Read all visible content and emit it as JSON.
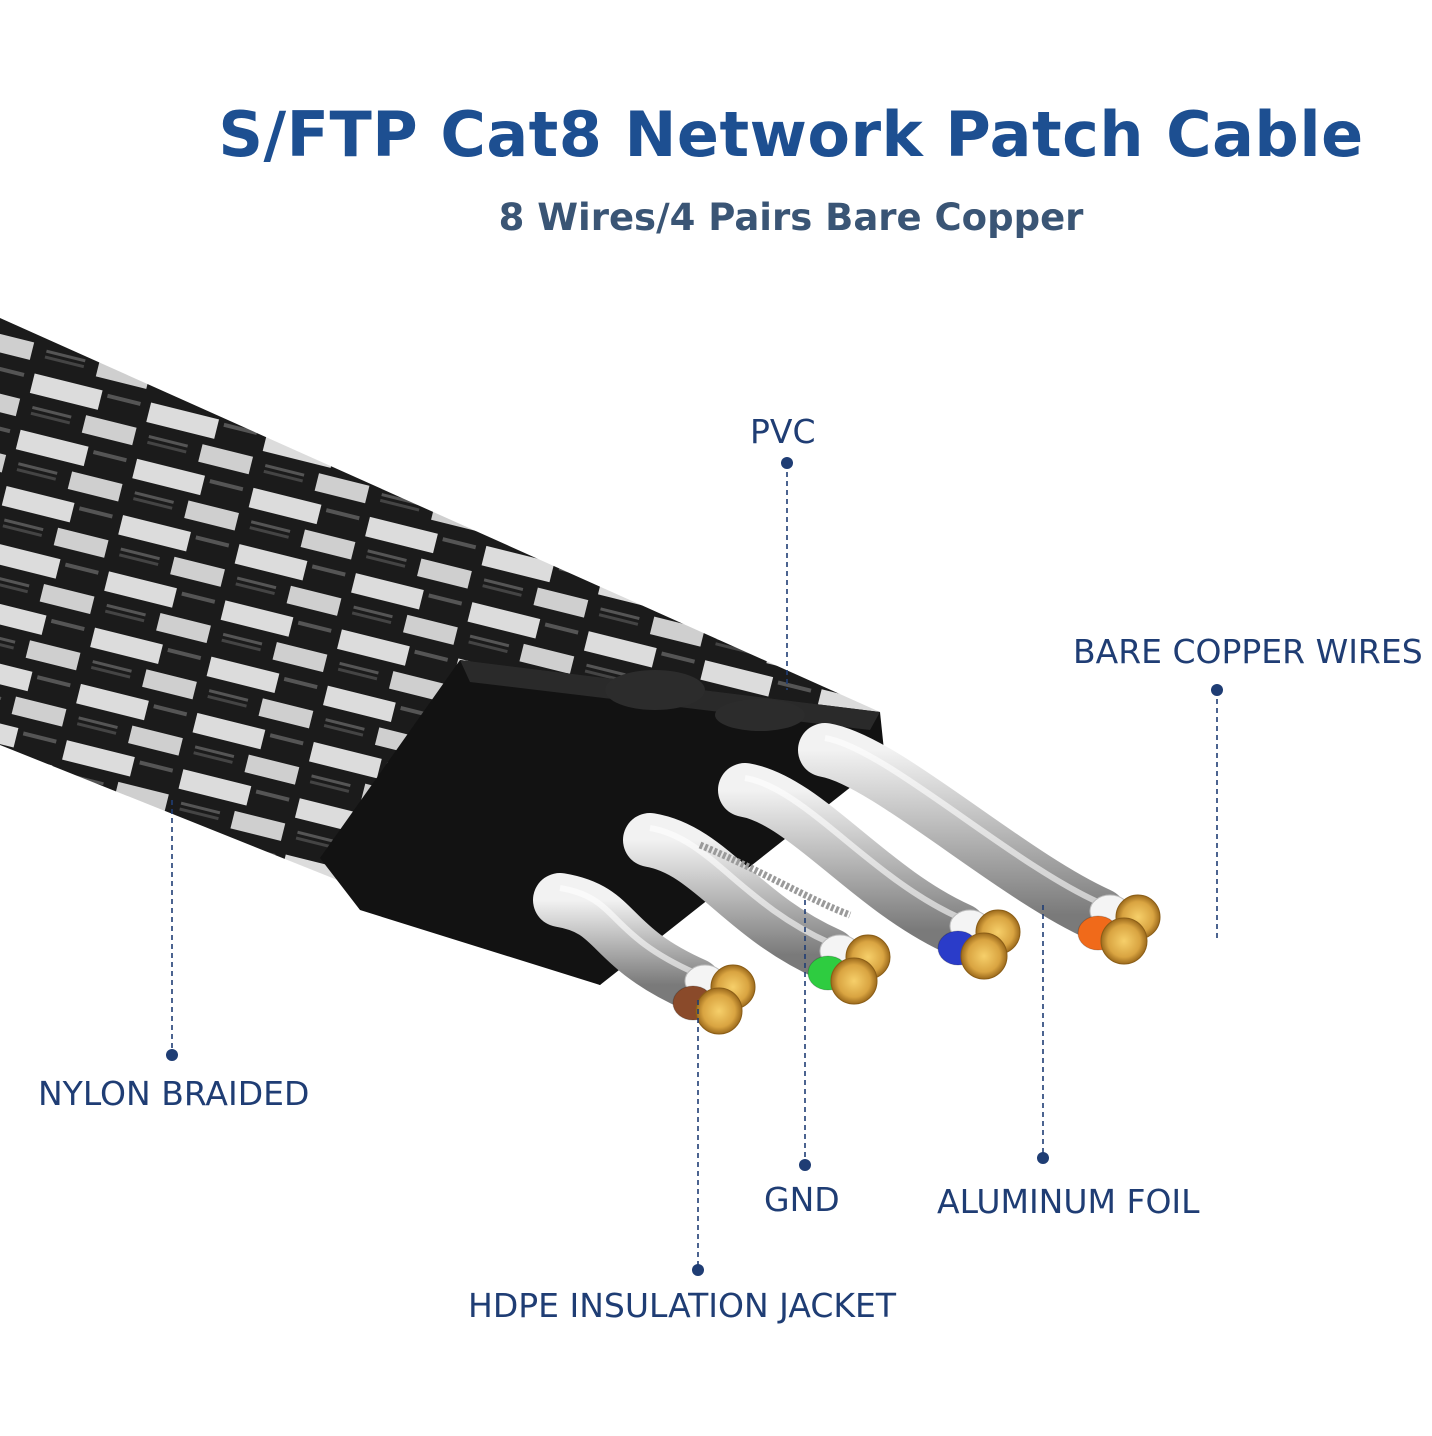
{
  "header": {
    "title": "S/FTP Cat8 Network Patch Cable",
    "subtitle": "8 Wires/4 Pairs Bare Copper"
  },
  "callouts": {
    "pvc": "PVC",
    "bare_copper_wires": "BARE COPPER WIRES",
    "nylon_braided": "NYLON BRAIDED",
    "gnd": "GND",
    "aluminum_foil": "ALUMINUM FOIL",
    "hdpe_insulation_jacket": "HDPE INSULATION JACKET"
  },
  "colors": {
    "title": "#1d4f91",
    "subtitle": "#3a5575",
    "callout": "#1f3d74",
    "braid_dark": "#1b1b1b",
    "braid_light": "#d9d9d9",
    "pvc_jacket": "#111111",
    "foil": "#c9c9c9",
    "copper": "#d9a441"
  },
  "pairs": [
    {
      "color_name": "brown",
      "color": "#8a4a2a"
    },
    {
      "color_name": "green",
      "color": "#2ecc40"
    },
    {
      "color_name": "blue",
      "color": "#2a3cc9"
    },
    {
      "color_name": "orange",
      "color": "#f06a1a"
    }
  ]
}
